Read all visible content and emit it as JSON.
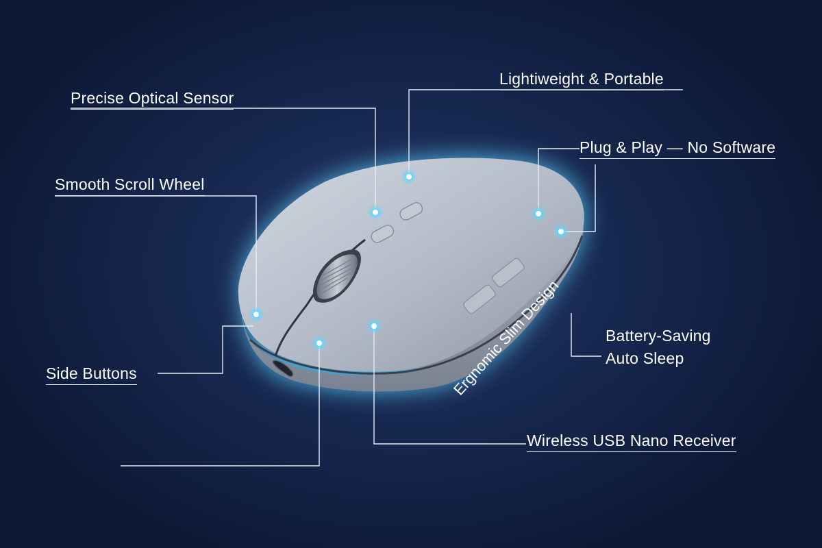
{
  "labels": {
    "sensor": "Precise Optical Sensor",
    "portable": "Lightiweight & Portable",
    "plug_play": "Plug & Play — No Software",
    "scroll": "Smooth Scroll Wheel",
    "side_buttons": "Side Buttons",
    "battery_line1": "Battery-Saving",
    "battery_line2": "Auto Sleep",
    "usb": "Wireless USB Nano Receiver",
    "ergonomic": "Ergnomic Slim Design"
  },
  "colors": {
    "background": "#13224a",
    "glow": "#4fc8ff",
    "mouse_body": "#b6bdc8",
    "callout_line": "#e6ecf5",
    "text": "#ffffff"
  },
  "icons": {
    "callout_marker": "glowing-dot",
    "product": "wireless-mouse"
  }
}
